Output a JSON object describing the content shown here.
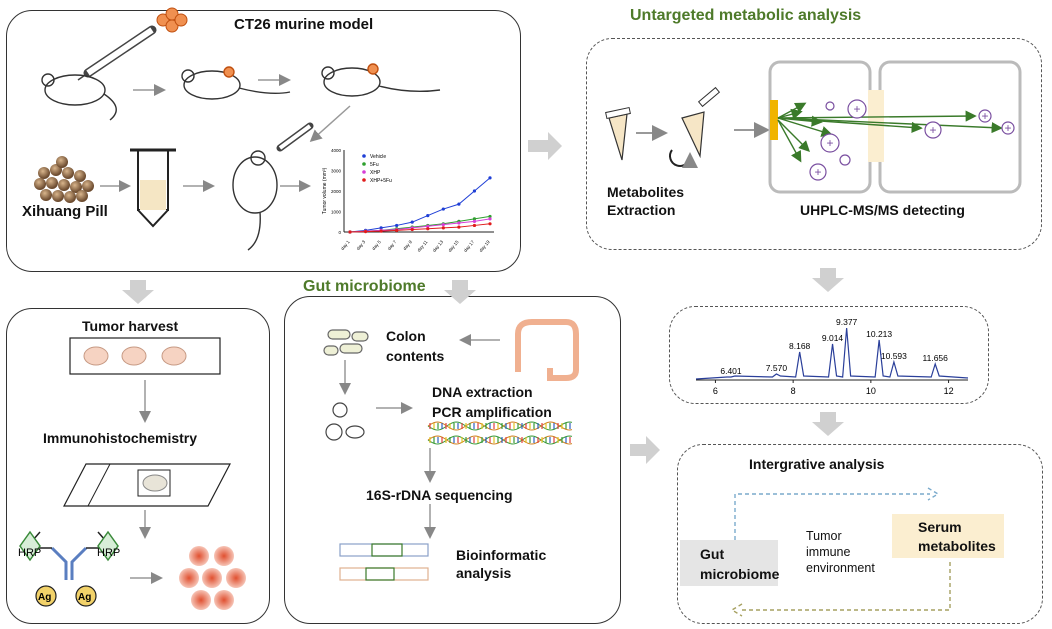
{
  "top_model": {
    "title": "CT26 murine model",
    "xihuang_label": "Xihuang Pill",
    "inset_chart": {
      "legend": [
        "Vehicle",
        "5Fu",
        "XHP",
        "XHP+5Fu"
      ],
      "ylabel": "Tumor volume (mm³)",
      "yticks": [
        "0",
        "1000",
        "2000",
        "3000",
        "4000"
      ],
      "xticks": [
        "day 1",
        "day 3",
        "day 5",
        "day 7",
        "day 9",
        "day 11",
        "day 13",
        "day 15",
        "day 17",
        "day 19"
      ],
      "colors": [
        "#1f3fd6",
        "#2ea02e",
        "#d63fd6",
        "#e01c1c"
      ]
    }
  },
  "untargeted": {
    "title": "Untargeted metabolic analysis",
    "metabolites_label": "Metabolites\nExtraction",
    "metabolites_line1": "Metabolites",
    "metabolites_line2": "Extraction",
    "detect_label": "UHPLC-MS/MS detecting"
  },
  "gut": {
    "title": "Gut microbiome",
    "colon_line1": "Colon",
    "colon_line2": "contents",
    "dna_line1": "DNA extraction",
    "dna_line2": "PCR  amplification",
    "seq_label": "16S-rDNA sequencing",
    "bio_line1": "Bioinformatic",
    "bio_line2": "analysis"
  },
  "tumor": {
    "harvest_label": "Tumor harvest",
    "ihc_label": "Immunohistochemistry",
    "hrp_label": "HRP",
    "ag_label": "Ag"
  },
  "chromatogram": {
    "peaks": [
      {
        "rt": 6.401,
        "label": "6.401"
      },
      {
        "rt": 7.57,
        "label": "7.570"
      },
      {
        "rt": 8.168,
        "label": "8.168"
      },
      {
        "rt": 9.014,
        "label": "9.014"
      },
      {
        "rt": 9.377,
        "label": "9.377"
      },
      {
        "rt": 10.213,
        "label": "10.213"
      },
      {
        "rt": 10.593,
        "label": "10.593"
      },
      {
        "rt": 11.656,
        "label": "11.656"
      }
    ],
    "xticks": [
      "6",
      "8",
      "10",
      "12"
    ]
  },
  "integrative": {
    "title": "Intergrative analysis",
    "gut_line1": "Gut",
    "gut_line2": "microbiome",
    "serum_line1": "Serum",
    "serum_line2": "metabolites",
    "tumor_line1": "Tumor",
    "tumor_line2": "immune",
    "tumor_line3": "environment"
  }
}
